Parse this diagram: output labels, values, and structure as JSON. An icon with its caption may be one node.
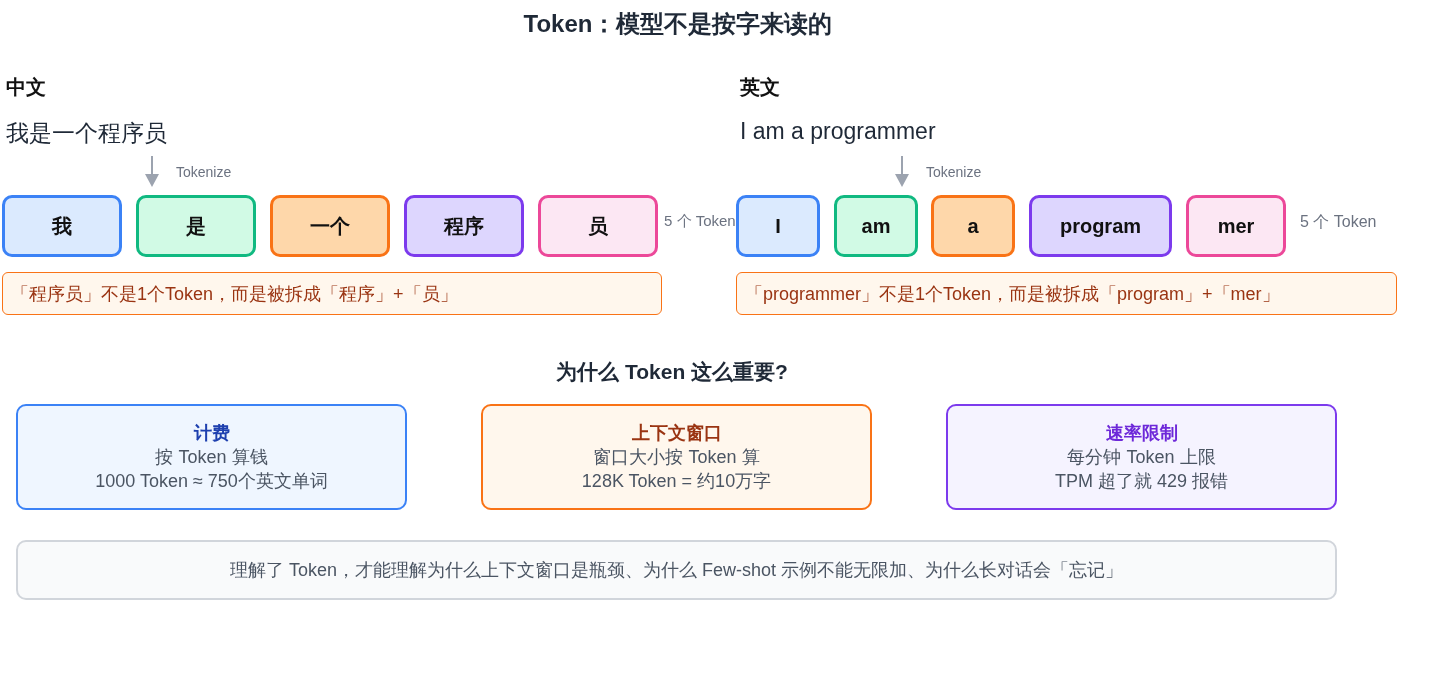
{
  "diagram": {
    "title": "Token：模型不是按字来读的",
    "nodes": [
      {
        "text": [
          "我"
        ]
      },
      {
        "text": [
          "是"
        ]
      },
      {
        "text": [
          "一个"
        ]
      },
      {
        "text": [
          "程序"
        ]
      },
      {
        "text": [
          "员"
        ]
      },
      {
        "text": [
          "I"
        ]
      },
      {
        "text": [
          "am"
        ]
      },
      {
        "text": [
          "a"
        ]
      },
      {
        "text": [
          "program"
        ]
      },
      {
        "text": [
          "mer"
        ]
      },
      {
        "text": [
          "「程序员」不是1个Token，而是被拆成「程序」+「员」"
        ]
      },
      {
        "text": [
          "「programmer」不是1个Token，而是被拆成「program」+「mer」"
        ]
      },
      {
        "text": [
          "计费",
          "按 Token 算钱",
          "1000 Token ≈ 750个英文单词"
        ]
      },
      {
        "text": [
          "上下文窗口",
          "窗口大小按 Token 算",
          "128K Token = 约10万字"
        ]
      },
      {
        "text": [
          "速率限制",
          "每分钟 Token 上限",
          "TPM 超了就 429 报错"
        ]
      },
      {
        "text": [
          "理解了 Token，才能理解为什么上下文窗口是瓶颈、为什么 Few-shot 示例不能无限加、为什么长对话会「忘记」"
        ]
      }
    ],
    "labels": [
      "中文",
      "我是一个程序员",
      "Tokenize",
      "5 个 Token",
      "英文",
      "I am a programmer",
      "Tokenize",
      "5 个 Token",
      "为什么 Token 这么重要?"
    ]
  }
}
